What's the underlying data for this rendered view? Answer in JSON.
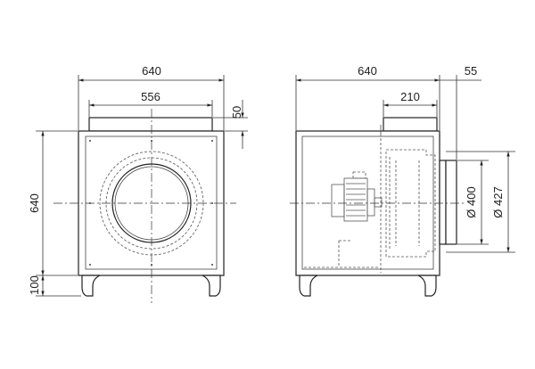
{
  "front_view": {
    "dimensions": {
      "overall_width": "640",
      "outlet_width": "556",
      "outlet_height": "50",
      "body_height": "640",
      "leg_height": "100"
    }
  },
  "side_view": {
    "dimensions": {
      "overall_width": "640",
      "outlet_width": "210",
      "spigot_depth": "55",
      "inner_diameter": "Ø 400",
      "outer_diameter": "Ø 427"
    }
  }
}
